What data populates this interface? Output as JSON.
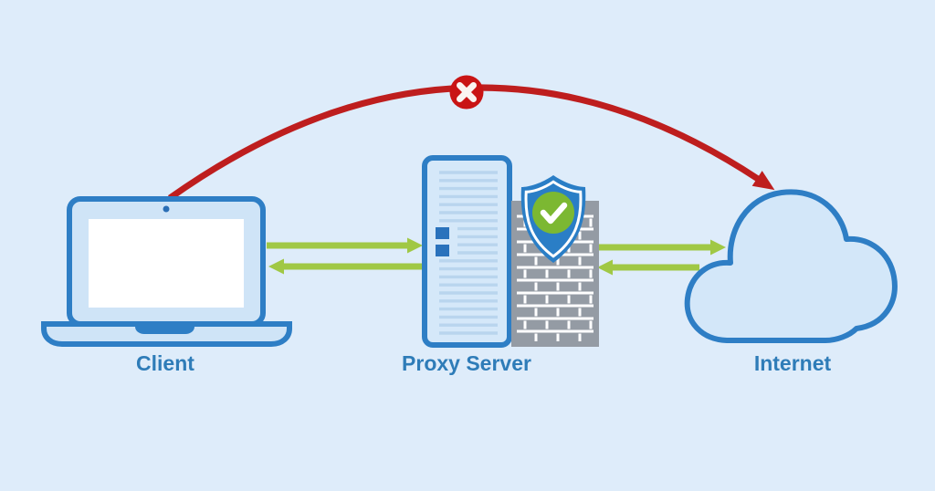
{
  "diagram": {
    "type": "network-proxy-diagram",
    "description": "Client connects to the Internet through a Proxy Server protected by a firewall; direct client-to-internet connection is blocked"
  },
  "nodes": {
    "client": {
      "label": "Client",
      "icon": "laptop-icon"
    },
    "proxy": {
      "label": "Proxy Server",
      "icon": "server-icon"
    },
    "internet": {
      "label": "Internet",
      "icon": "cloud-icon"
    }
  },
  "security": {
    "firewall_icon": "firewall-brick-wall-icon",
    "shield_icon": "shield-check-icon",
    "blocked_icon": "blocked-x-icon"
  },
  "connections": [
    {
      "from": "client",
      "to": "proxy",
      "style": "green-arrow",
      "meaning": "request allowed"
    },
    {
      "from": "proxy",
      "to": "client",
      "style": "green-arrow",
      "meaning": "response returned"
    },
    {
      "from": "proxy",
      "to": "internet",
      "style": "green-arrow",
      "meaning": "forwarded request allowed"
    },
    {
      "from": "internet",
      "to": "proxy",
      "style": "green-arrow",
      "meaning": "response returned"
    },
    {
      "from": "client",
      "to": "internet",
      "style": "red-blocked-arc",
      "meaning": "direct connection blocked"
    }
  ],
  "colors": {
    "background": "#deecfa",
    "node_outline_blue": "#2e7ec5",
    "node_fill_blue": "#cfe4f7",
    "screen_white": "#ffffff",
    "server_vent_blue": "#b9d5ee",
    "server_chip_blue": "#2a72bc",
    "label_blue": "#2e7cb8",
    "arrow_green": "#a0c845",
    "blocked_red": "#be1e1e",
    "x_badge_red": "#c91414",
    "x_glyph_white": "#faf4f0",
    "firewall_gray": "#949ba4",
    "mortar_white": "#ffffff",
    "shield_blue": "#2a7ec6",
    "check_green": "#7cb832",
    "check_white": "#ffffff",
    "webcam_blue": "#2a6eb5"
  }
}
